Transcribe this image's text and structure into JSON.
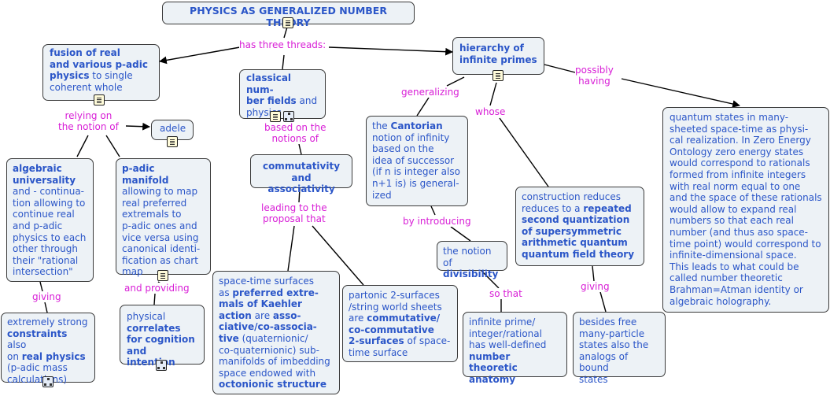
{
  "title": "PHYSICS AS GENERALIZED NUMBER THEORY",
  "nodes": {
    "fusion": [
      "fusion of real",
      "and various p-adic",
      "physics",
      " to single",
      "coherent  whole"
    ],
    "classical": [
      "classical num-",
      "ber fields",
      " and",
      "physics"
    ],
    "hierarchy": [
      "hierarchy of",
      "infinite primes"
    ],
    "quantum_states": [
      "quantum states in  many-",
      "sheeted space-time as physi-",
      "cal realization. In Zero Energy",
      "Ontology zero energy states",
      "would correspond to rationals",
      "formed from infinite integers",
      "with real norm equal to one",
      "and the space of these rationals",
      "would allow to expand real",
      "numbers so that each real",
      "number (and thus aso space-",
      "time point) would correspond to",
      "infinite-dimensional space.",
      "This leads to what could be",
      "called number theoretic",
      "Brahman=Atman identity or",
      "algebraic holography."
    ],
    "adele": "adele",
    "algebraic": [
      "algebraic",
      "universality",
      "and - continua-",
      "tion allowing to",
      "continue real",
      "and p-adic",
      "physics to each",
      "other through",
      "their \"rational",
      "intersection\""
    ],
    "padic_manifold": [
      "p-adic manifold",
      "allowing to map",
      "real preferred",
      "extremals to",
      "p-adic ones and",
      "vice versa using",
      "canonical  identi-",
      "fication as chart",
      "map"
    ],
    "commutativity": [
      "commutativity",
      "and associativity"
    ],
    "cantorian": [
      "the ",
      "Cantorian",
      "notion of infinity",
      "based on the",
      "idea of successor",
      "(if n is integer also",
      "n+1 is) is general-",
      "ized"
    ],
    "construction": [
      "construction reduces",
      "reduces to a ",
      "repeated",
      "second  quantization",
      "of  supersymmetric",
      "arithmetic quantum",
      "quantum field  theory"
    ],
    "divisibility": [
      "the notion of",
      "divisibility"
    ],
    "constraints": [
      "extremely strong",
      "constraints",
      " also",
      "on ",
      "real physics",
      "(p-adic mass",
      "calculations)"
    ],
    "correlates": [
      "physical",
      "correlates",
      "for cognition",
      "and intention"
    ],
    "spacetime": [
      "space-time surfaces",
      "as ",
      "preferred extre-",
      "mals of Kaehler",
      "action",
      " are ",
      "asso-",
      "ciative/co-associa-",
      "tive",
      " (quaternionic/",
      "co-quaternionic) sub-",
      "manifolds of imbedding",
      "space endowed with",
      "octonionic  structure"
    ],
    "partonic": [
      "partonic  2-surfaces",
      "/string world  sheets",
      "are  ",
      "commutative/",
      "co-commutative",
      "2-surfaces",
      " of space-",
      "time  surface"
    ],
    "infinite_prime": [
      "infinite prime/",
      "integer/rational",
      "has well-defined",
      "number theoretic",
      "anatomy"
    ],
    "free_particle": [
      "besides free",
      "many-particle",
      "states  also the",
      "analogs of bound",
      "states"
    ]
  },
  "links": {
    "has_three_threads": "has three threads:",
    "possibly_having": [
      "possibly",
      "having"
    ],
    "relying_on": [
      "relying on",
      "the notion of"
    ],
    "based_on": [
      "based on the",
      "notions of"
    ],
    "generalizing": "generalizing",
    "whose": "whose",
    "leading_to": [
      "leading to the",
      "proposal that"
    ],
    "by_introducing": "by introducing",
    "giving_left": "giving",
    "and_providing": "and providing",
    "so_that": "so that",
    "giving_right": "giving"
  },
  "colors": {
    "node_text": "#2b56c8",
    "link_label": "#d81ed6",
    "node_bg": "#edf2f6",
    "line": "#000000"
  },
  "icons": [
    "document-icon",
    "concept-map-icon"
  ]
}
